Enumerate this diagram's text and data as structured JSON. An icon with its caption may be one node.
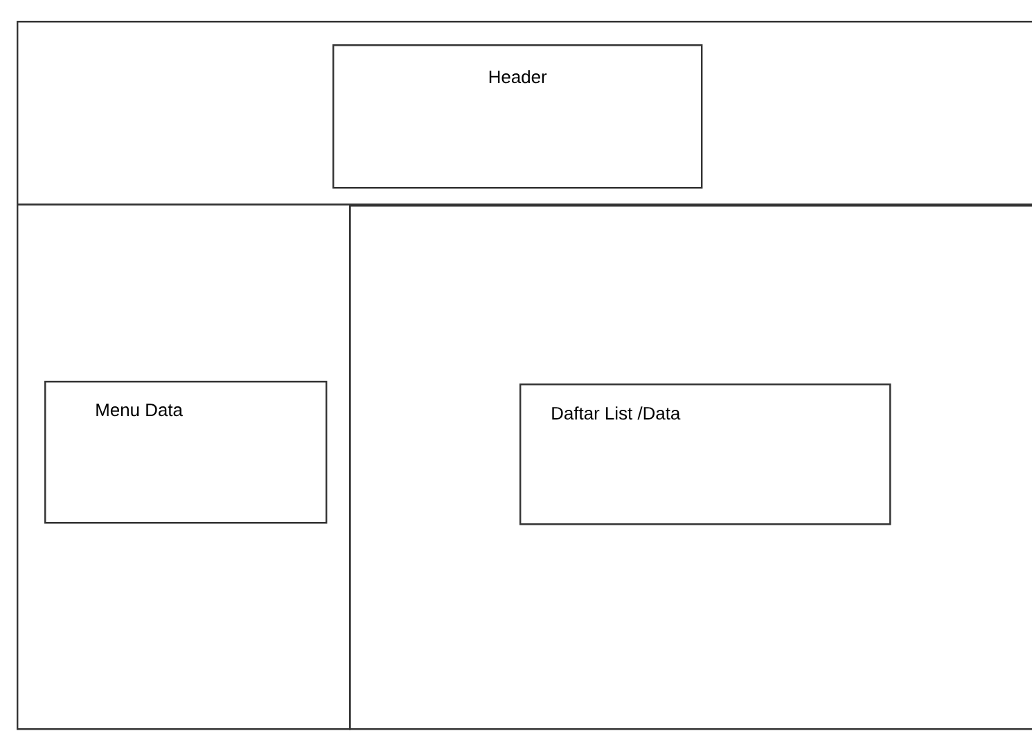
{
  "diagram": {
    "nodes": [
      {
        "text": [],
        "shape": "box"
      },
      {
        "text": [
          "Header"
        ],
        "in": 0
      },
      {
        "text": [],
        "shape": "box"
      },
      {
        "text": [
          "Menu Data"
        ],
        "in": 2
      },
      {
        "text": [],
        "shape": "box"
      },
      {
        "text": [
          "Daftar List /Data"
        ],
        "in": 4
      }
    ]
  }
}
